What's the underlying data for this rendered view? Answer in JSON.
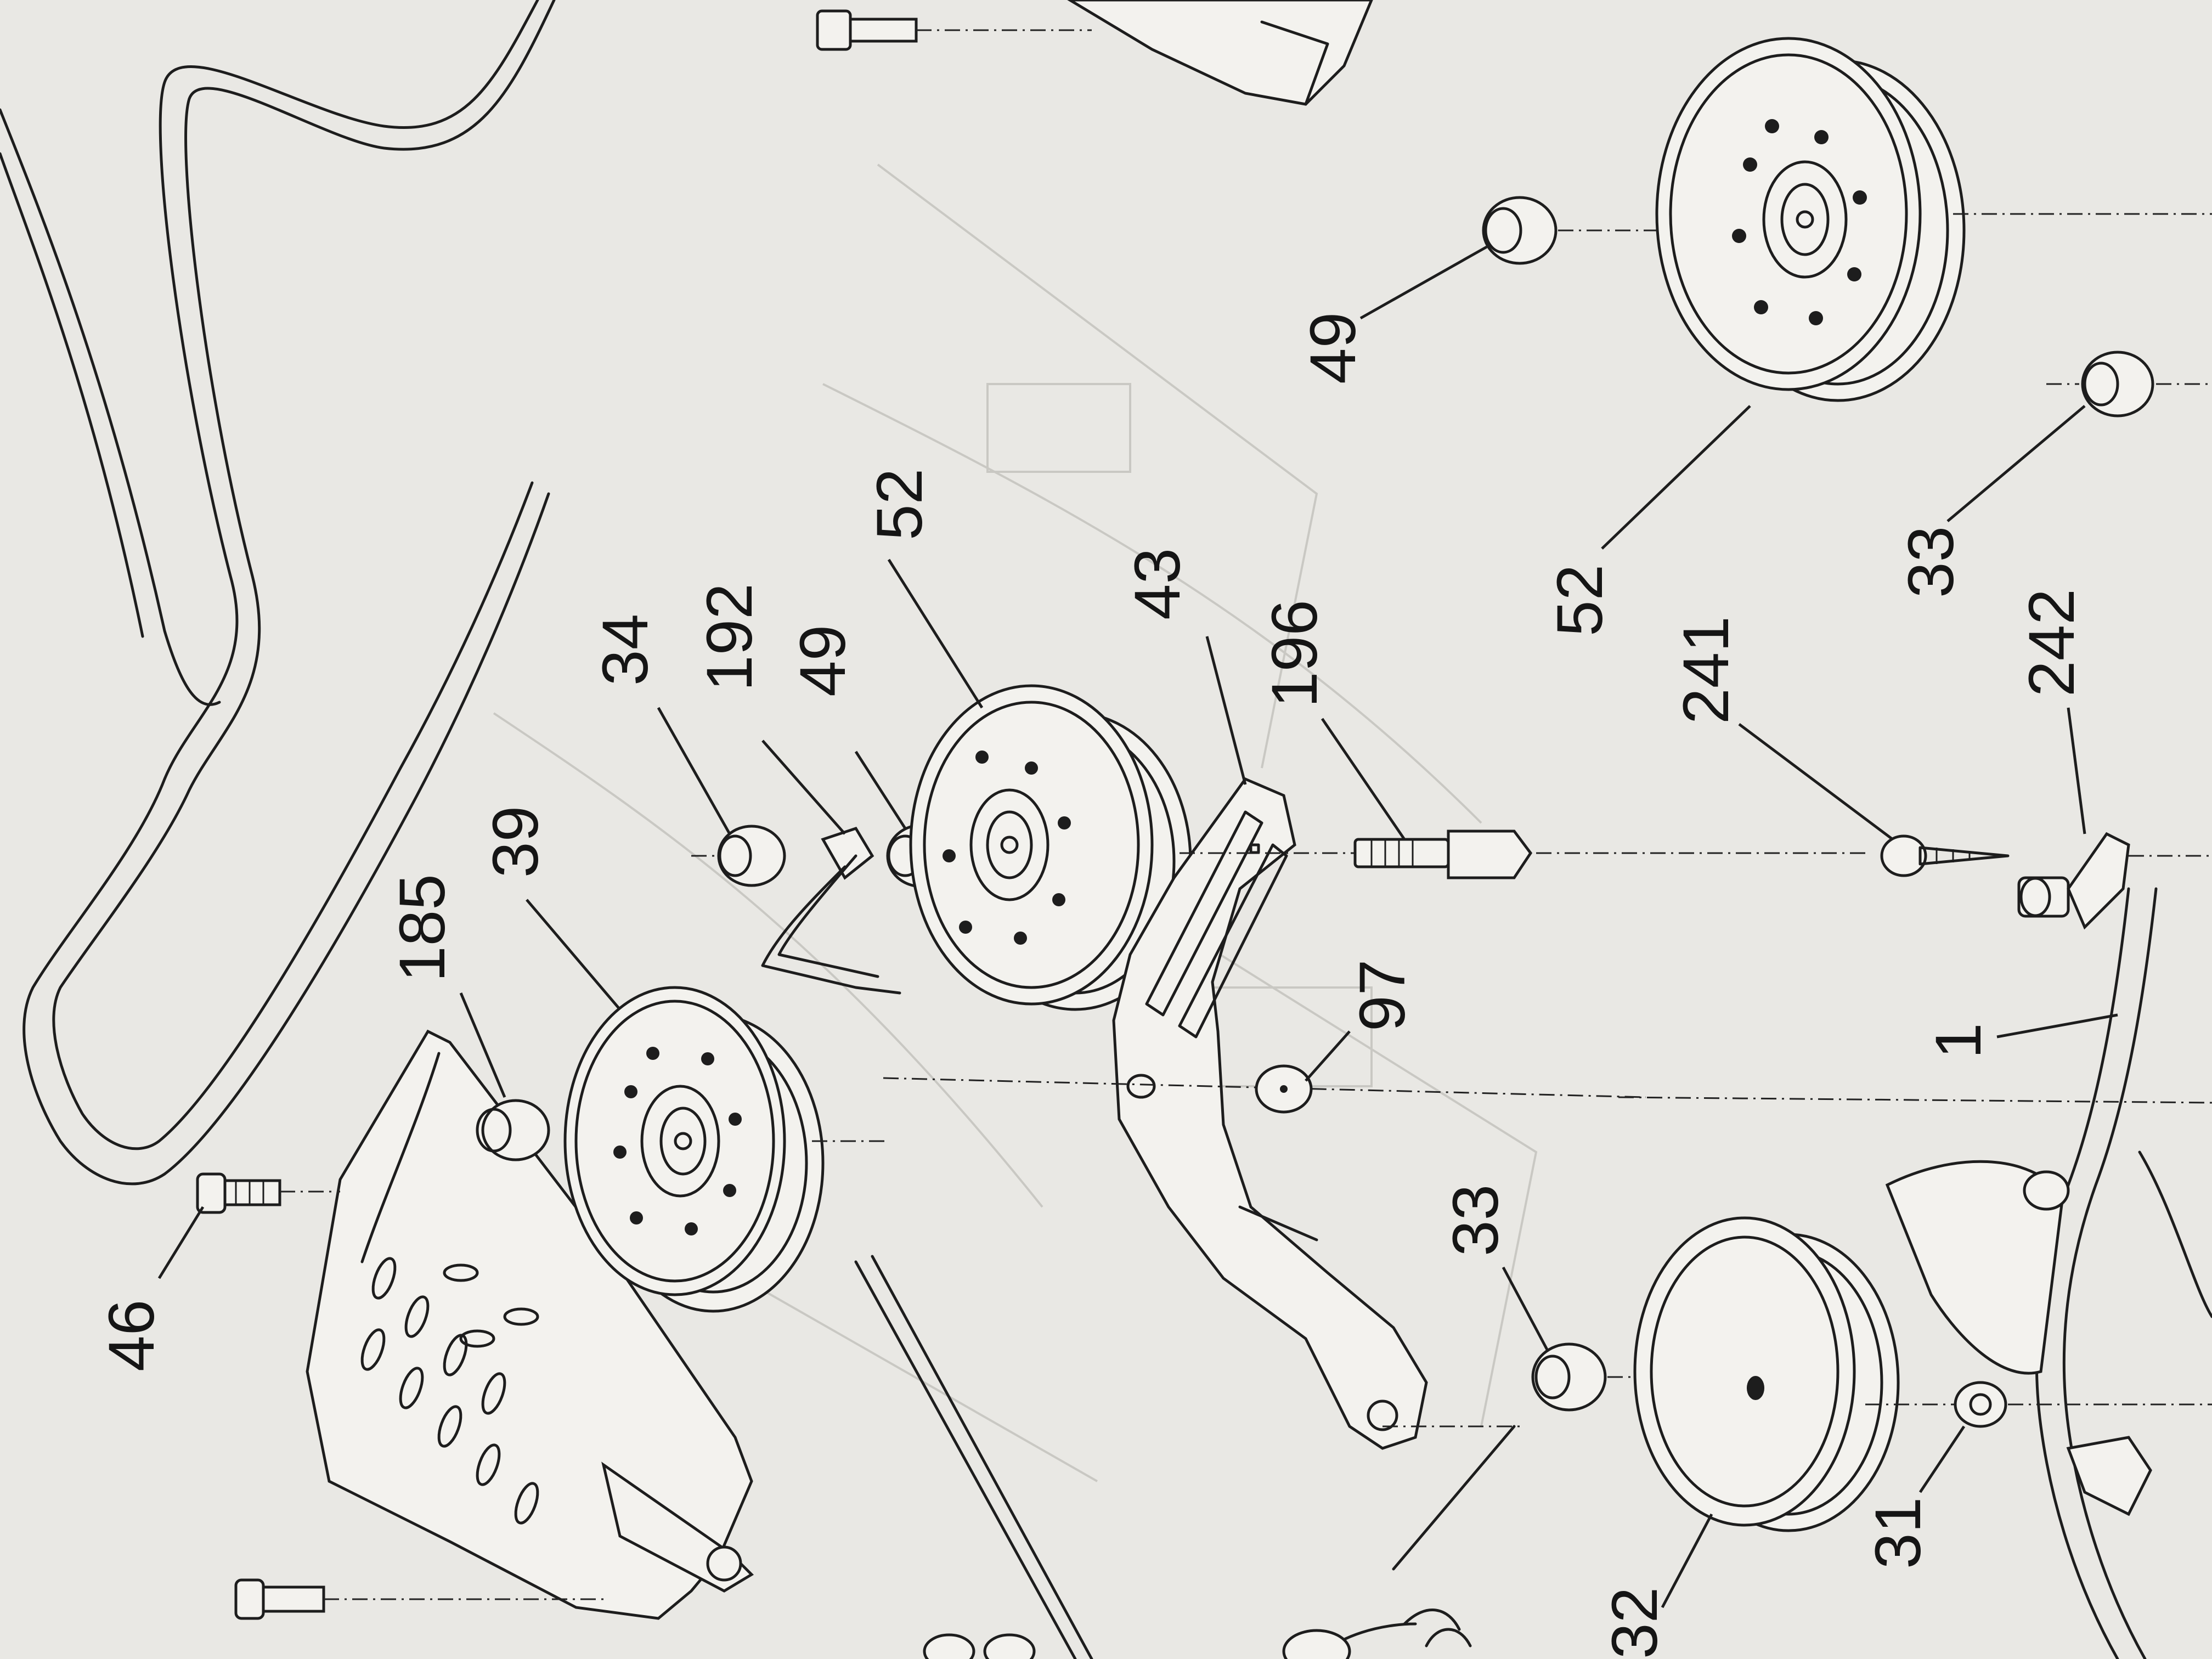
{
  "diagram": {
    "part_labels": [
      {
        "id": "lbl-46",
        "text": "46"
      },
      {
        "id": "lbl-185",
        "text": "185"
      },
      {
        "id": "lbl-39",
        "text": "39"
      },
      {
        "id": "lbl-34",
        "text": "34"
      },
      {
        "id": "lbl-192",
        "text": "192"
      },
      {
        "id": "lbl-49a",
        "text": "49"
      },
      {
        "id": "lbl-52a",
        "text": "52"
      },
      {
        "id": "lbl-43",
        "text": "43"
      },
      {
        "id": "lbl-196",
        "text": "196"
      },
      {
        "id": "lbl-97",
        "text": "97"
      },
      {
        "id": "lbl-49b",
        "text": "49"
      },
      {
        "id": "lbl-52b",
        "text": "52"
      },
      {
        "id": "lbl-33a",
        "text": "33"
      },
      {
        "id": "lbl-242",
        "text": "242"
      },
      {
        "id": "lbl-241",
        "text": "241"
      },
      {
        "id": "lbl-1",
        "text": "1"
      },
      {
        "id": "lbl-33b",
        "text": "33"
      },
      {
        "id": "lbl-31",
        "text": "31"
      },
      {
        "id": "lbl-32",
        "text": "32"
      }
    ]
  }
}
